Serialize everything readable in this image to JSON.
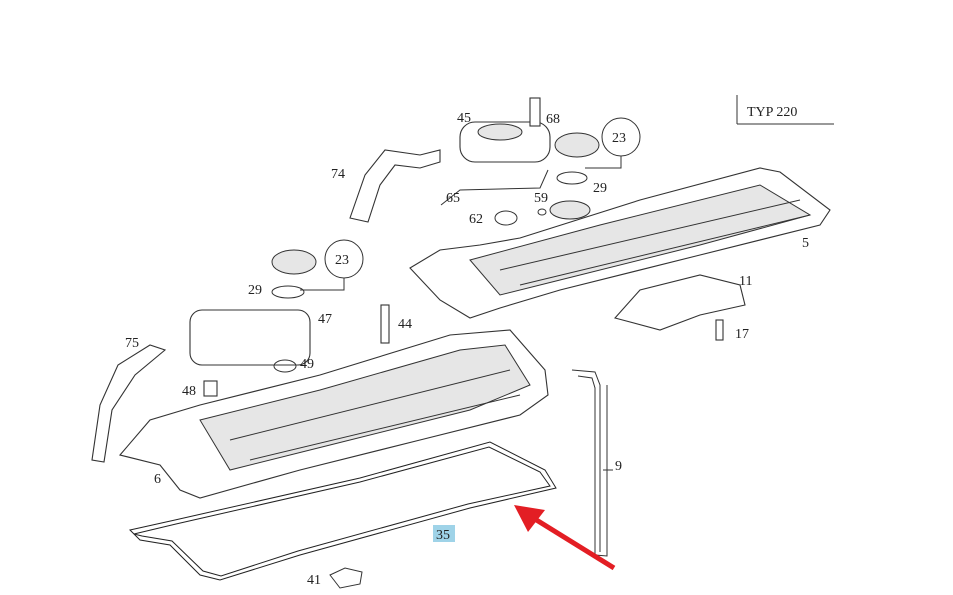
{
  "title": "TYP 220",
  "highlight_color": "#9fd3e8",
  "arrow_color": "#e31e24",
  "labels": {
    "p45": "45",
    "p68": "68",
    "p23a": "23",
    "p29a": "29",
    "p74": "74",
    "p65": "65",
    "p59": "59",
    "p62": "62",
    "p5": "5",
    "p23b": "23",
    "p29b": "29",
    "p47": "47",
    "p44": "44",
    "p11": "11",
    "p17": "17",
    "p75": "75",
    "p49": "49",
    "p48": "48",
    "p6": "6",
    "p9": "9",
    "p35": "35",
    "p41": "41"
  }
}
